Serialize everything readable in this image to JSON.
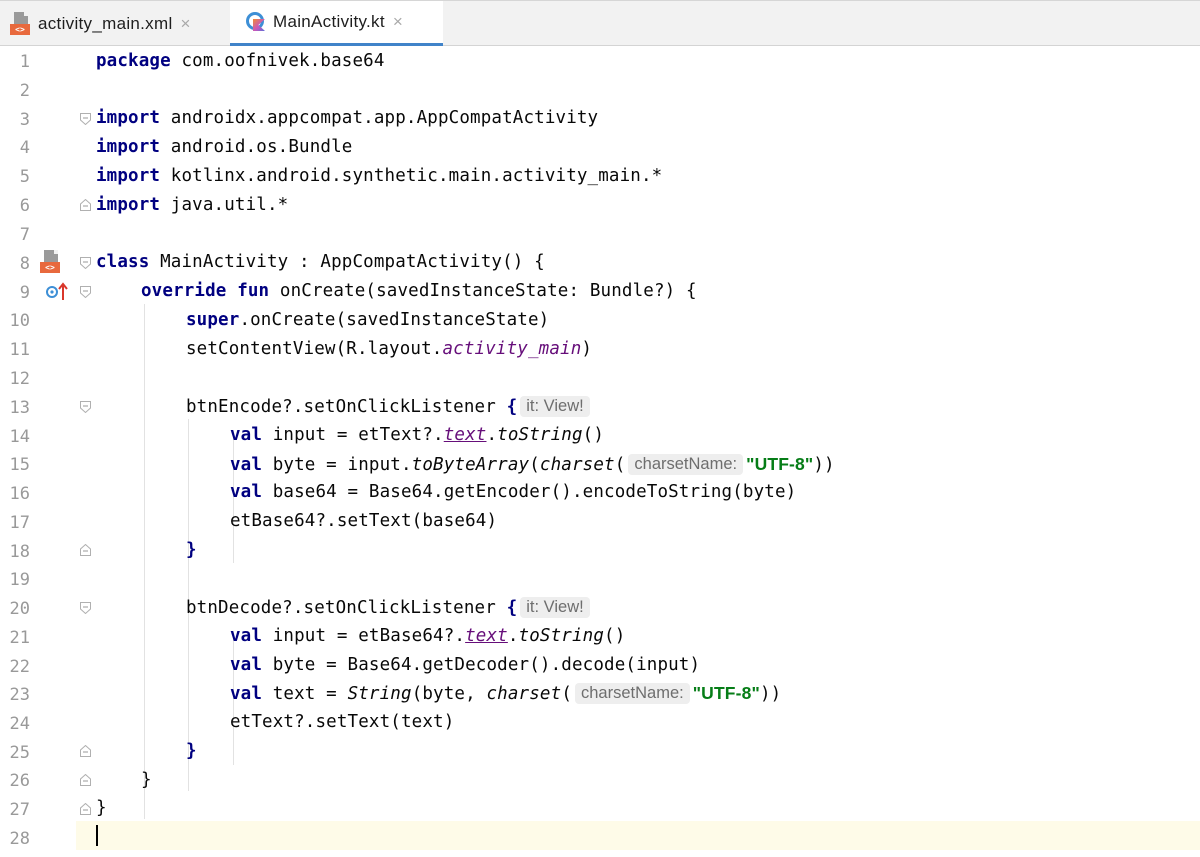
{
  "tabs": [
    {
      "label": "activity_main.xml",
      "icon": "xml-file-icon",
      "active": false
    },
    {
      "label": "MainActivity.kt",
      "icon": "kotlin-file-icon",
      "active": true
    }
  ],
  "close_glyph": "×",
  "xml_badge": "<>",
  "colors": {
    "active_tab_accent": "#4083c9",
    "keyword": "#000080",
    "string": "#067d17",
    "field": "#660e7a",
    "current_line": "#fefbe8"
  },
  "line_numbers": [
    "1",
    "2",
    "3",
    "4",
    "5",
    "6",
    "7",
    "8",
    "9",
    "10",
    "11",
    "12",
    "13",
    "14",
    "15",
    "16",
    "17",
    "18",
    "19",
    "20",
    "21",
    "22",
    "23",
    "24",
    "25",
    "26",
    "27",
    "28"
  ],
  "code": {
    "l1": {
      "kw": "package",
      "rest": " com.oofnivek.base64"
    },
    "l3": {
      "kw": "import",
      "rest": " androidx.appcompat.app.AppCompatActivity"
    },
    "l4": {
      "kw": "import",
      "rest": " android.os.Bundle"
    },
    "l5": {
      "kw": "import",
      "rest": " kotlinx.android.synthetic.main.activity_main.*"
    },
    "l6": {
      "kw": "import",
      "rest": " java.util.*"
    },
    "l8": {
      "kw": "class",
      "rest": " MainActivity : AppCompatActivity() {"
    },
    "l9": {
      "kw1": "override",
      "sp": " ",
      "kw2": "fun",
      "rest": " onCreate(savedInstanceState: Bundle?) {"
    },
    "l10": {
      "kw": "super",
      "rest": ".onCreate(savedInstanceState)"
    },
    "l11": {
      "pre": "setContentView(R.layout.",
      "fld": "activity_main",
      "post": ")"
    },
    "l13": {
      "pre": "btnEncode?.setOnClickListener ",
      "brace": "{",
      "hint": "it: View!"
    },
    "l14": {
      "kw": "val",
      "pre": " input = etText?.",
      "ul": "text",
      "dot": ".",
      "it": "toString",
      "post": "()"
    },
    "l15": {
      "kw": "val",
      "pre": " byte = input.",
      "it1": "toByteArray",
      "p1": "(",
      "it2": "charset",
      "p2": "(",
      "hint": "charsetName:",
      "str": "\"UTF-8\"",
      "post": "))"
    },
    "l16": {
      "kw": "val",
      "rest": " base64 = Base64.getEncoder().encodeToString(byte)"
    },
    "l17": {
      "rest": "etBase64?.setText(base64)"
    },
    "l18": {
      "rest": "}"
    },
    "l20": {
      "pre": "btnDecode?.setOnClickListener ",
      "brace": "{",
      "hint": "it: View!"
    },
    "l21": {
      "kw": "val",
      "pre": " input = etBase64?.",
      "ul": "text",
      "dot": ".",
      "it": "toString",
      "post": "()"
    },
    "l22": {
      "kw": "val",
      "rest": " byte = Base64.getDecoder().decode(input)"
    },
    "l23": {
      "kw": "val",
      "pre": " text = ",
      "it1": "String",
      "p1": "(byte, ",
      "it2": "charset",
      "p2": "(",
      "hint": "charsetName:",
      "str": "\"UTF-8\"",
      "post": "))"
    },
    "l24": {
      "rest": "etText?.setText(text)"
    },
    "l25": {
      "rest": "}"
    },
    "l26": {
      "rest": "}"
    },
    "l27": {
      "rest": "}"
    }
  }
}
